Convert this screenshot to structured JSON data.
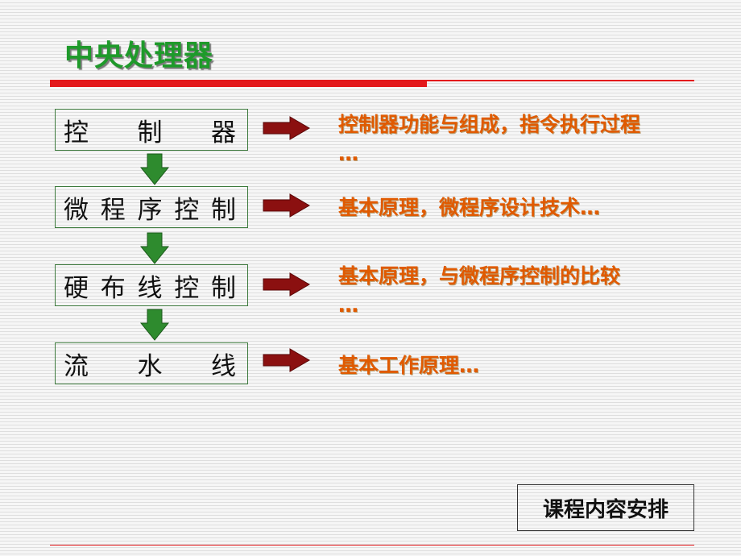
{
  "title": "中央处理器",
  "stages": [
    {
      "label_chars": [
        "控",
        "制",
        "器"
      ],
      "desc_line1": "控制器功能与组成，指令执行过程",
      "desc_line2": "…"
    },
    {
      "label_chars": [
        "微",
        "程",
        "序",
        "控",
        "制"
      ],
      "desc_line1": "基本原理，微程序设计技术…",
      "desc_line2": ""
    },
    {
      "label_chars": [
        "硬",
        "布",
        "线",
        "控",
        "制"
      ],
      "desc_line1": "基本原理，与微程序控制的比较",
      "desc_line2": "…"
    },
    {
      "label_chars": [
        "流",
        "水",
        "线"
      ],
      "desc_line1": "基本工作原理…",
      "desc_line2": ""
    }
  ],
  "footer_label": "课程内容安排",
  "colors": {
    "title": "#1e9a2a",
    "rule": "#e3191c",
    "desc": "#e05a00",
    "down_arrow": "#2e8b2e",
    "right_arrow": "#8b1010"
  },
  "icons": {
    "down": "down-arrow-icon",
    "right": "right-arrow-icon"
  }
}
